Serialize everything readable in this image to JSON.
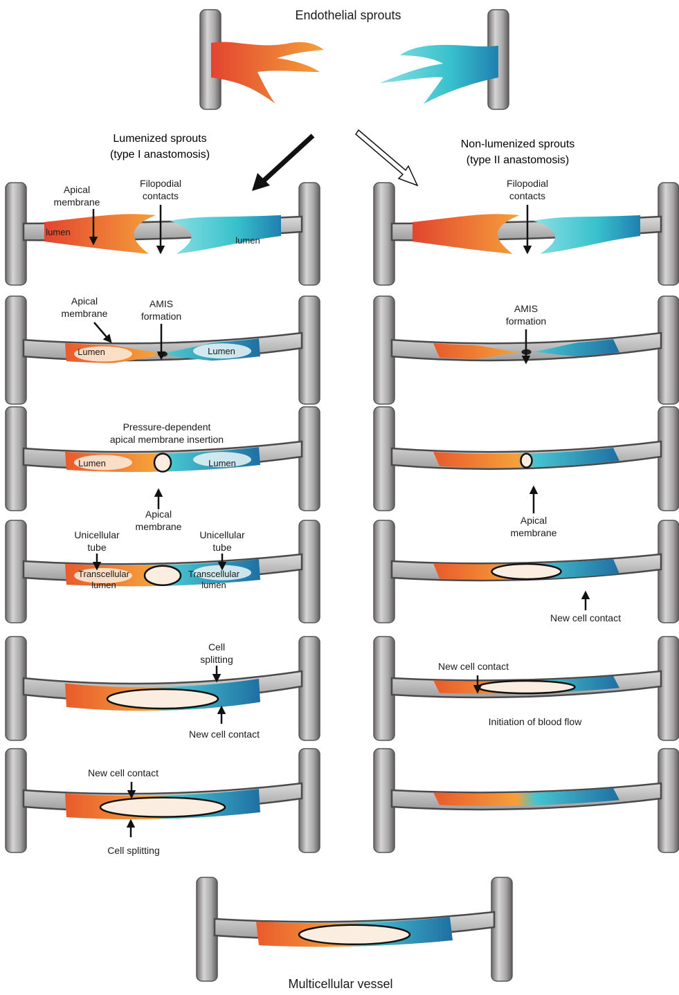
{
  "title_top": "Endothelial sprouts",
  "title_bottom": "Multicellular vessel",
  "left_column": {
    "heading_line1": "Lumenized sprouts",
    "heading_line2": "(type I anastomosis)"
  },
  "right_column": {
    "heading_line1": "Non-lumenized sprouts",
    "heading_line2": "(type II anastomosis)"
  },
  "labels": {
    "apical_membrane_l1": "Apical",
    "apical_membrane_l2": "membrane",
    "filopodial_l1": "Filopodial",
    "filopodial_l2": "contacts",
    "lumen_lower": "lumen",
    "lumen": "Lumen",
    "amis_l1": "AMIS",
    "amis_l2": "formation",
    "pressure_l1": "Pressure-dependent",
    "pressure_l2": "apical membrane insertion",
    "unicellular_l1": "Unicellular",
    "unicellular_l2": "tube",
    "transcellular_l1": "Transcellular",
    "transcellular_l2": "lumen",
    "new_cell_contact": "New cell contact",
    "cell_l1": "Cell",
    "splitting": "splitting",
    "cell_splitting": "Cell splitting",
    "initiation_blood_flow": "Initiation of blood flow"
  },
  "colors": {
    "orange": "#ee7b2e",
    "orange_dark": "#e2452f",
    "cyan": "#38c1cc",
    "cyan_dark": "#1f7fb0",
    "vessel_gray": "#b5b4b4",
    "vessel_dark": "#6e6b6b",
    "lumen_fill": "#fbeee0"
  }
}
